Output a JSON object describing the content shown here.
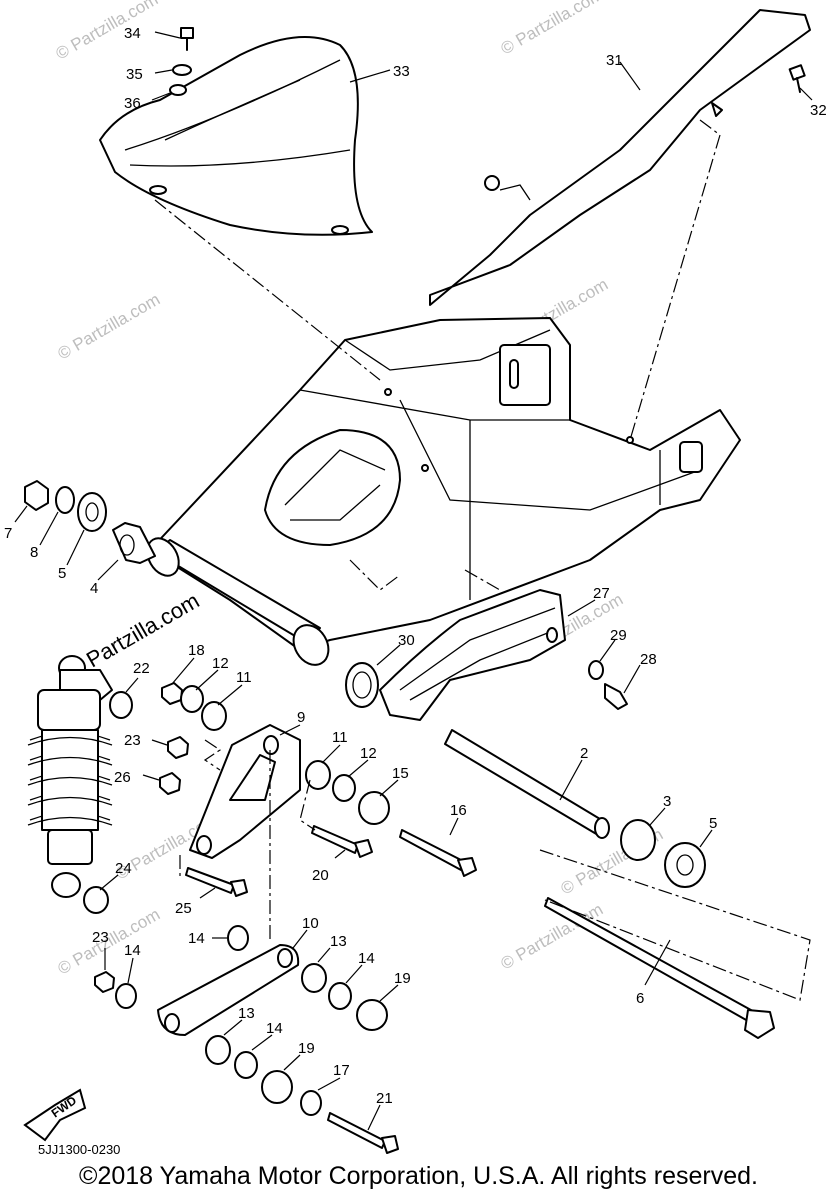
{
  "callouts": [
    {
      "id": "c1",
      "text": "34"
    },
    {
      "id": "c2",
      "text": "35"
    },
    {
      "id": "c3",
      "text": "36"
    },
    {
      "id": "c4",
      "text": "33"
    },
    {
      "id": "c5",
      "text": "31"
    },
    {
      "id": "c6",
      "text": "32"
    },
    {
      "id": "c7",
      "text": "7"
    },
    {
      "id": "c8",
      "text": "8"
    },
    {
      "id": "c9",
      "text": "5"
    },
    {
      "id": "c10",
      "text": "4"
    },
    {
      "id": "c11",
      "text": "27"
    },
    {
      "id": "c12",
      "text": "29"
    },
    {
      "id": "c13",
      "text": "28"
    },
    {
      "id": "c14",
      "text": "30"
    },
    {
      "id": "c15",
      "text": "22"
    },
    {
      "id": "c16",
      "text": "18"
    },
    {
      "id": "c17",
      "text": "12"
    },
    {
      "id": "c18",
      "text": "11"
    },
    {
      "id": "c19",
      "text": "23"
    },
    {
      "id": "c20",
      "text": "9"
    },
    {
      "id": "c21",
      "text": "26"
    },
    {
      "id": "c22",
      "text": "11"
    },
    {
      "id": "c23",
      "text": "12"
    },
    {
      "id": "c24",
      "text": "15"
    },
    {
      "id": "c25",
      "text": "16"
    },
    {
      "id": "c26",
      "text": "20"
    },
    {
      "id": "c27",
      "text": "2"
    },
    {
      "id": "c28",
      "text": "3"
    },
    {
      "id": "c29",
      "text": "5"
    },
    {
      "id": "c30",
      "text": "24"
    },
    {
      "id": "c31",
      "text": "25"
    },
    {
      "id": "c32",
      "text": "10"
    },
    {
      "id": "c33",
      "text": "14"
    },
    {
      "id": "c34",
      "text": "13"
    },
    {
      "id": "c35",
      "text": "23"
    },
    {
      "id": "c36",
      "text": "14"
    },
    {
      "id": "c37",
      "text": "14"
    },
    {
      "id": "c38",
      "text": "19"
    },
    {
      "id": "c39",
      "text": "6"
    },
    {
      "id": "c40",
      "text": "13"
    },
    {
      "id": "c41",
      "text": "14"
    },
    {
      "id": "c42",
      "text": "19"
    },
    {
      "id": "c43",
      "text": "17"
    },
    {
      "id": "c44",
      "text": "21"
    }
  ],
  "watermarks": [
    {
      "id": "w1",
      "text": "© Partzilla.com"
    },
    {
      "id": "w2",
      "text": "© Partzilla.com"
    },
    {
      "id": "w3",
      "text": "© Partzilla.com"
    },
    {
      "id": "w4",
      "text": "© Partzilla.com"
    },
    {
      "id": "w5",
      "text": "© Partzilla.com"
    },
    {
      "id": "w6",
      "text": "© Partzilla.com"
    },
    {
      "id": "w7",
      "text": "© Partzilla.com"
    },
    {
      "id": "w8",
      "text": "© Partzilla.com"
    },
    {
      "id": "w9",
      "text": "© Partzilla.com"
    }
  ],
  "center_watermark": "Partzilla.com",
  "fwd_label": "FWD",
  "diagram_code": "5JJ1300-0230",
  "copyright": "©2018 Yamaha Motor Corporation, U.S.A. All rights reserved."
}
